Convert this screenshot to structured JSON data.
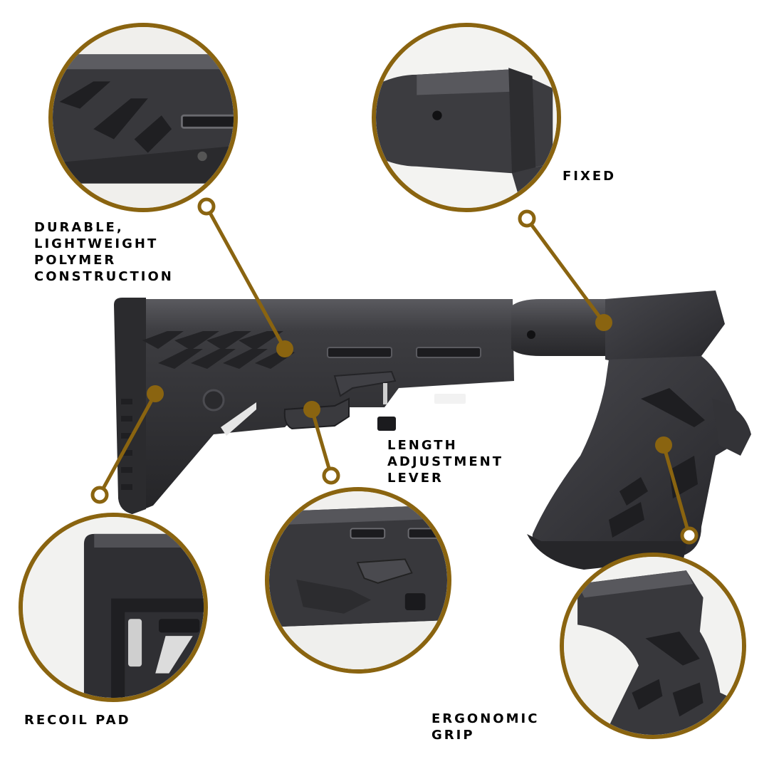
{
  "theme": {
    "accent": "#8a6410",
    "polymer_dark": "#2e2e31",
    "polymer_mid": "#3c3c40",
    "polymer_light": "#55555a",
    "background": "#ffffff"
  },
  "callouts": {
    "durable": {
      "lines": [
        "DURABLE,",
        "LIGHTWEIGHT",
        "POLYMER",
        "CONSTRUCTION"
      ]
    },
    "fixed": {
      "lines": [
        "FIXED"
      ]
    },
    "length": {
      "lines": [
        "LENGTH",
        "ADJUSTMENT",
        "LEVER"
      ]
    },
    "recoil": {
      "lines": [
        "RECOIL PAD"
      ]
    },
    "grip": {
      "lines": [
        "ERGONOMIC",
        "GRIP"
      ]
    }
  },
  "images": {
    "main": "black polymer adjustable shotgun stock with pistol grip",
    "zoom_durable": "close-up of angled rib texture on stock",
    "zoom_fixed": "close-up of fixed receiver adapter",
    "zoom_length": "close-up of length adjustment lever",
    "zoom_recoil": "close-up of rubber recoil pad",
    "zoom_grip": "close-up of textured ergonomic pistol grip"
  }
}
